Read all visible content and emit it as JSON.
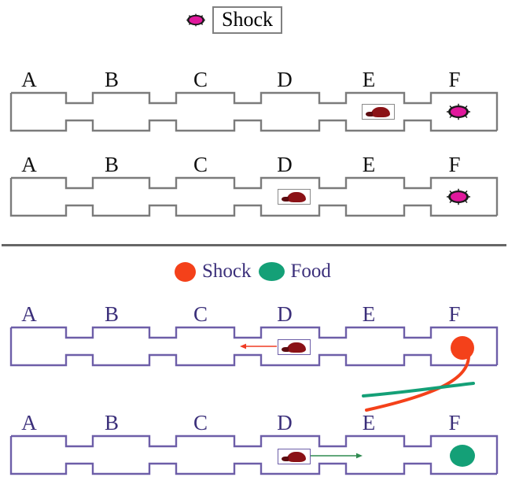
{
  "top_legend": {
    "marker_icon": "magenta-spiky-oval",
    "label": "Shock",
    "marker_color": "#e0189c"
  },
  "mid_legend": {
    "text_color": "#3b2f7a",
    "items": [
      {
        "label": "Shock",
        "color": "#f4411a",
        "icon": "red-circle"
      },
      {
        "label": "Food",
        "color": "#14a077",
        "icon": "green-ellipse"
      }
    ]
  },
  "chamber_labels": [
    "A",
    "B",
    "C",
    "D",
    "E",
    "F"
  ],
  "apparatus_rows": [
    {
      "id": "row-1",
      "label_color": "#111111",
      "outline_color": "#7b7b7b",
      "rat_chamber": "E",
      "marker_chamber": "F",
      "marker_type": "magenta-spiky-oval",
      "marker_color": "#e0189c",
      "arrow": null
    },
    {
      "id": "row-2",
      "label_color": "#111111",
      "outline_color": "#7b7b7b",
      "rat_chamber": "D",
      "marker_chamber": "F",
      "marker_type": "magenta-spiky-oval",
      "marker_color": "#e0189c",
      "arrow": null
    },
    {
      "id": "row-3",
      "label_color": "#3b2f7a",
      "outline_color": "#6d5ea8",
      "rat_chamber": "D",
      "marker_chamber": "F",
      "marker_type": "red-circle",
      "marker_color": "#f4411a",
      "arrow": {
        "direction": "left",
        "color": "#ef3b24",
        "label": "escape-arrow"
      }
    },
    {
      "id": "row-4",
      "label_color": "#3b2f7a",
      "outline_color": "#6d5ea8",
      "rat_chamber": "D",
      "marker_chamber": "F",
      "marker_type": "green-circle",
      "marker_color": "#14a077",
      "arrow": {
        "direction": "right",
        "color": "#4c9b68",
        "label": "approach-arrow"
      }
    }
  ],
  "curves": [
    {
      "name": "shock-curve",
      "color": "#f4411a"
    },
    {
      "name": "food-curve",
      "color": "#14a077"
    }
  ]
}
